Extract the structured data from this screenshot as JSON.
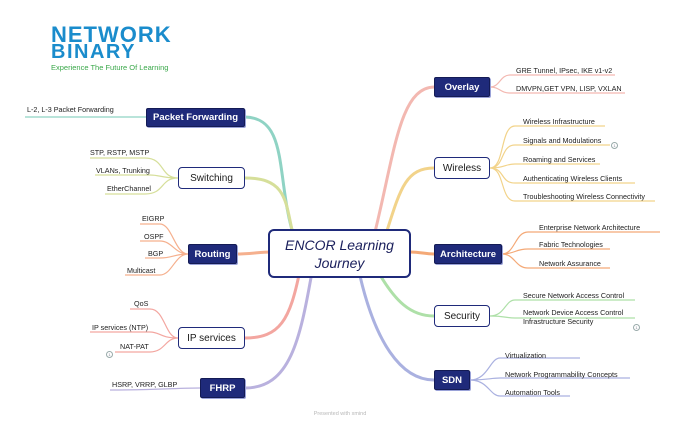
{
  "logo": {
    "line1": "NETWORK",
    "line2": "BINARY",
    "tagline": "Experience The Future Of Learning"
  },
  "center": {
    "line1": "ENCOR Learning",
    "line2": "Journey"
  },
  "left": {
    "packet_forwarding": {
      "label": "Packet Forwarding",
      "leaves": [
        "L-2, L-3 Packet Forwarding"
      ]
    },
    "switching": {
      "label": "Switching",
      "leaves": [
        "STP, RSTP, MSTP",
        "VLANs, Trunking",
        "EtherChannel"
      ]
    },
    "routing": {
      "label": "Routing",
      "leaves": [
        "EIGRP",
        "OSPF",
        "BGP",
        "Multicast"
      ]
    },
    "ip_services": {
      "label": "IP services",
      "leaves": [
        "QoS",
        "IP services (NTP)",
        "NAT-PAT"
      ]
    },
    "fhrp": {
      "label": "FHRP",
      "leaves": [
        "HSRP, VRRP, GLBP"
      ]
    }
  },
  "right": {
    "overlay": {
      "label": "Overlay",
      "leaves": [
        "GRE Tunnel, IPsec, IKE v1-v2",
        "DMVPN,GET VPN, LISP, VXLAN"
      ]
    },
    "wireless": {
      "label": "Wireless",
      "leaves": [
        "Wireless Infrastructure",
        "Signals and Modulations",
        "Roaming and Services",
        "Authenticating Wireless Clients",
        "Troubleshooting Wireless Connectivity"
      ]
    },
    "architecture": {
      "label": "Architecture",
      "leaves": [
        "Enterprise Network Architecture",
        "Fabric Technologies",
        "Network Assurance"
      ]
    },
    "security": {
      "label": "Security",
      "leaves": [
        "Secure Network Access Control",
        "Network Device Access Control",
        "Infrastructure Security"
      ]
    },
    "sdn": {
      "label": "SDN",
      "leaves": [
        "Virtualization",
        "Network Programmability Concepts",
        "Automation Tools"
      ]
    }
  },
  "badges": {
    "wireless": "1",
    "security": "1",
    "ip_services": "1"
  },
  "footer": "Presented with xmind",
  "colors": {
    "node_dark": "#1f2a7a",
    "logo_blue": "#1a8ccc",
    "tagline_green": "#3aa84a"
  }
}
